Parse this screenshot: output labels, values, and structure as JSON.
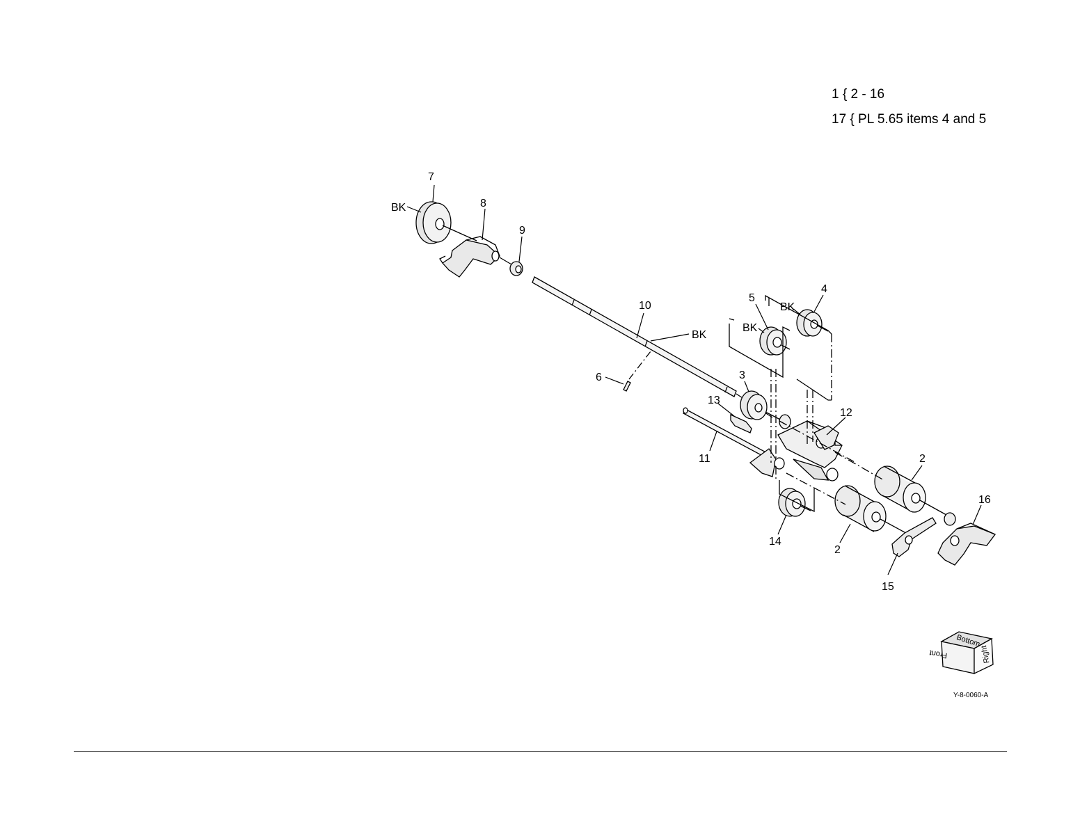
{
  "legend": {
    "line1": "1 { 2 - 16",
    "line2": "17 { PL 5.65 items 4 and 5"
  },
  "callouts": {
    "c7": "7",
    "c8": "8",
    "c9": "9",
    "c10": "10",
    "c6": "6",
    "c5": "5",
    "c4": "4",
    "c3": "3",
    "c13": "13",
    "c12": "12",
    "c11": "11",
    "c2a": "2",
    "c2b": "2",
    "c16": "16",
    "c14": "14",
    "c15": "15"
  },
  "bk_labels": {
    "bk_7": "BK",
    "bk_10": "BK",
    "bk_5": "BK",
    "bk_4": "BK"
  },
  "orientation_cube": {
    "top_face": "Bottom",
    "front_face": "Front",
    "side_face": "Right"
  },
  "figure_id": "Y-8-0060-A"
}
